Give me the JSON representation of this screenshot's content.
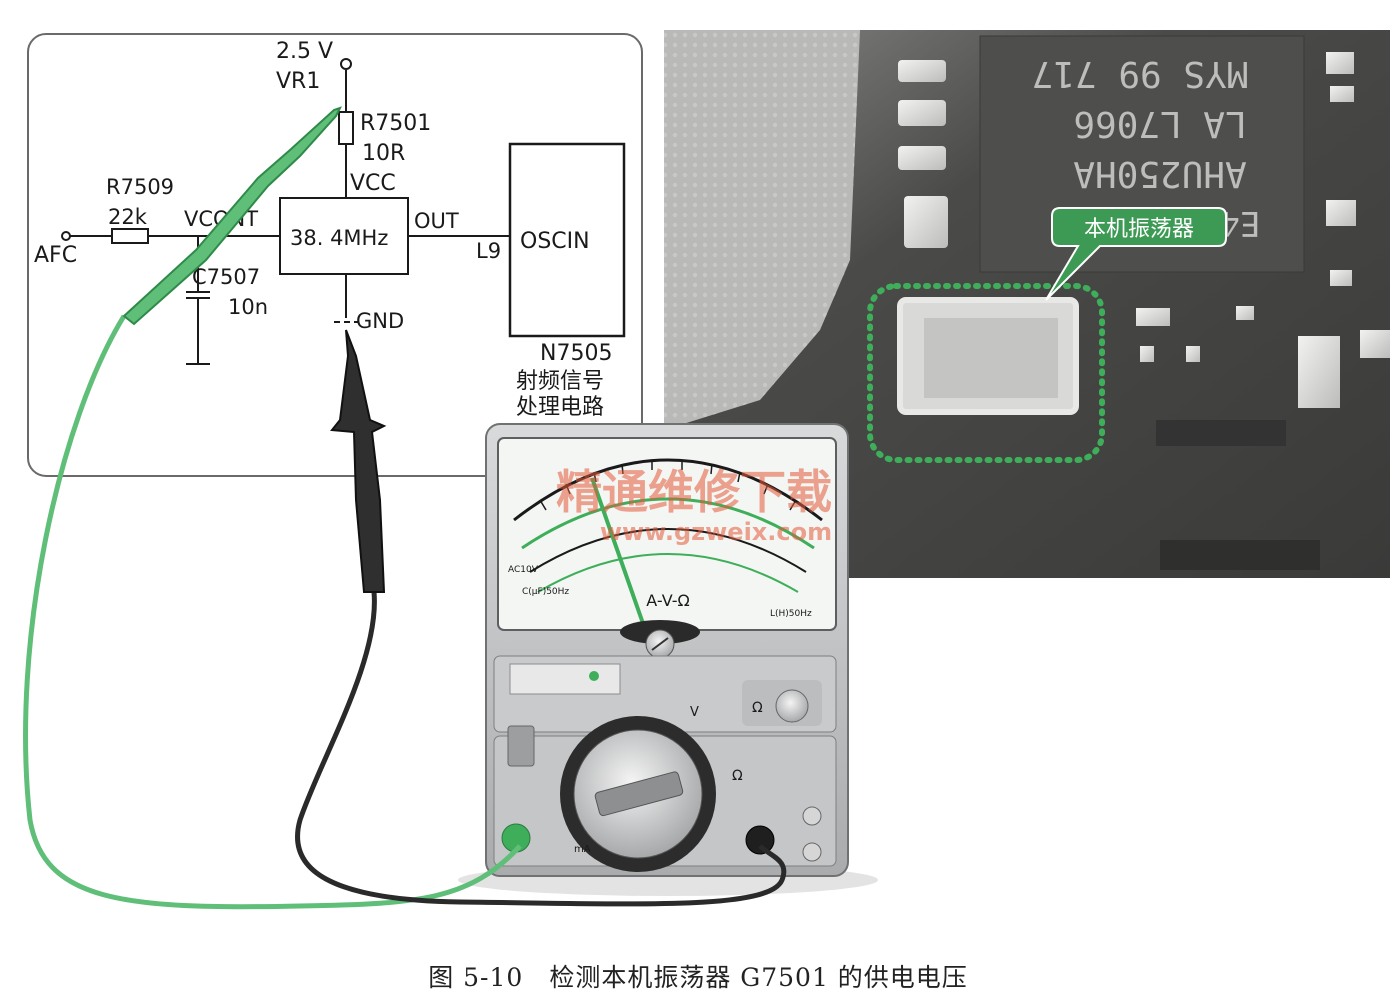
{
  "schematic": {
    "vr1_voltage": "2.5 V",
    "vr1_label": "VR1",
    "r7501_name": "R7501",
    "r7501_value": "10R",
    "vcc": "VCC",
    "r7509_name": "R7509",
    "r7509_value": "22k",
    "vcount": "VCONT",
    "afc": "AFC",
    "osc_freq": "38. 4MHz",
    "out": "OUT",
    "l9": "L9",
    "oscin": "OSCIN",
    "c7507_name": "C7507",
    "c7507_value": "10n",
    "gnd": "GND",
    "n7505": "N7505",
    "n7505_desc1": "射频信号",
    "n7505_desc2": "处理电路"
  },
  "photo": {
    "chip_line1": "MYS 99 717",
    "chip_line2": "LA L7066",
    "chip_line3": "AHU250HA",
    "chip_line4": "E4",
    "callout": "本机振荡器"
  },
  "meter": {
    "watermark": "精通维修下载",
    "watermark_url": "www.gzweix.com",
    "dial_label": "A-V-Ω",
    "scale_ac": "AC10V",
    "scale_c": "C(μF)50Hz",
    "scale_l": "L(H)50Hz",
    "ohm_symbol": "Ω",
    "v_symbol": "V",
    "ma_symbol": "mA"
  },
  "caption": {
    "figure_no": "图 5-10",
    "text": "检测本机振荡器 G7501 的供电电压"
  },
  "colors": {
    "probe_green": "#5fbf78",
    "probe_black": "#2a2a2a",
    "dotted_outline": "#3fae5a",
    "callout_bg": "#3c9a55",
    "watermark": "#e25a3a"
  }
}
